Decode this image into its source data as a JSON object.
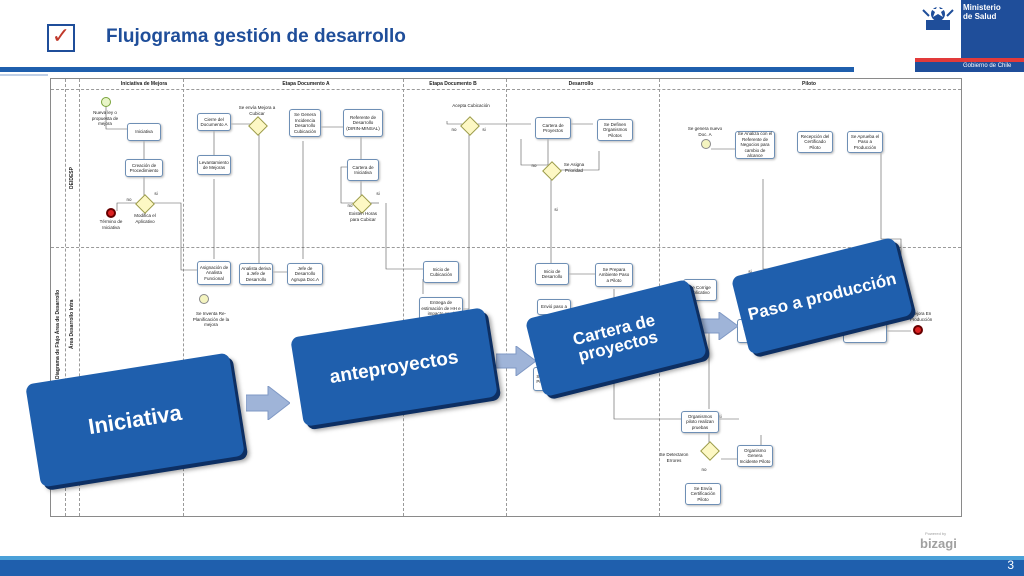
{
  "header": {
    "title": "Flujograma gestión de desarrollo",
    "check_mark": "✓"
  },
  "logo": {
    "line1": "Ministerio",
    "line2": "de",
    "line3": "Salud",
    "gov": "Gobierno de Chile"
  },
  "footer": {
    "page_number": "3",
    "brand": "bizagi",
    "powered_by": "Powered by"
  },
  "diagram": {
    "lane_headers": [
      "Iniciativa de Mejora",
      "Etapa Documento A",
      "Etapa Documento B",
      "Desarrollo",
      "Piloto"
    ],
    "pool_label": "Diagrama de Flujo Área de Desarrollo",
    "lane_top": "DEIDESP",
    "lane_bottom": "Área Desarrollo Intra",
    "tasks": {
      "iniciativa": "Iniciativa",
      "creacion": "Creación de Procedimiento",
      "cierre": "Cierre del Documento A",
      "levantamiento": "Levantamiento de Mejoras",
      "genera_incidencia": "Se Genera Incidencia Desarrollo Cubicación",
      "referente": "Referente de Desarrollo (DIRIN-MINSAL)",
      "cartera_ini": "Cartera de Iniciativa",
      "asignacion": "Asignación de Analista Funcional",
      "analista": "Analista deriva a Jefe de Desarrollo",
      "jefe": "Jefe de Desarrollo Agrupa Doc.A",
      "inicio_cub": "Inicio de Cubicación",
      "entrega": "Entrega de estimación de HH e impacto en el aplicativo",
      "cartera_proy": "Cartera de Proyectos",
      "definen": "Se Definen Organismos Pilotos",
      "inicio_des": "Inicio de Desarrollo",
      "envio": "Envió paso a",
      "prepara": "Se Prepara Ambiente Paso a Piloto",
      "se_so": "Se So Organis Pruebas Piloto",
      "analiza": "Se Analiza con el Referente de Negocios para cambio de alcance",
      "recepcion": "Recepción del Certificado Piloto",
      "aprueba": "Se Aprueba el Paso a Producción",
      "corrige": "Se Corrige Aplicativo",
      "des_ana": "Des Ana Incide",
      "org_piloto": "Organismos piloto realizan pruebas",
      "org_genera": "Organismo Genera Incidente Piloto",
      "envia_cert": "Se Envía Certificación Piloto"
    },
    "labels": {
      "nueva_ley": "Nueva ley o propuesta de mejora",
      "termino": "Término de Iniciativa",
      "modifica": "Modifica el Aplicativo",
      "envia_mejora": "Se envía Mejora a Cubicar",
      "existen_horas": "Existen Horas para Cubicar",
      "acepta_cub": "Acepta Cubicación",
      "asigna_prioridad": "Se Asigna Prioridad",
      "genera_doc": "Se genera nuevo Doc. A",
      "inventa": "Se Inventa Re-Planificación de la mejora",
      "detectaron": "Se Detectaron Errores",
      "mejora_prod": "Mejora En Producción",
      "no": "no",
      "si": "si"
    }
  },
  "callouts": {
    "iniciativa": "Iniciativa",
    "anteproyectos": "anteproyectos",
    "cartera": "Cartera de proyectos",
    "paso": "Paso a producción"
  },
  "colors": {
    "brand_blue": "#1f5fad",
    "title_blue": "#1f4e9a",
    "callout_shadow": "#0d2f63",
    "arrow_fill": "#9fb4d8",
    "accent_red": "#e23a3a"
  }
}
